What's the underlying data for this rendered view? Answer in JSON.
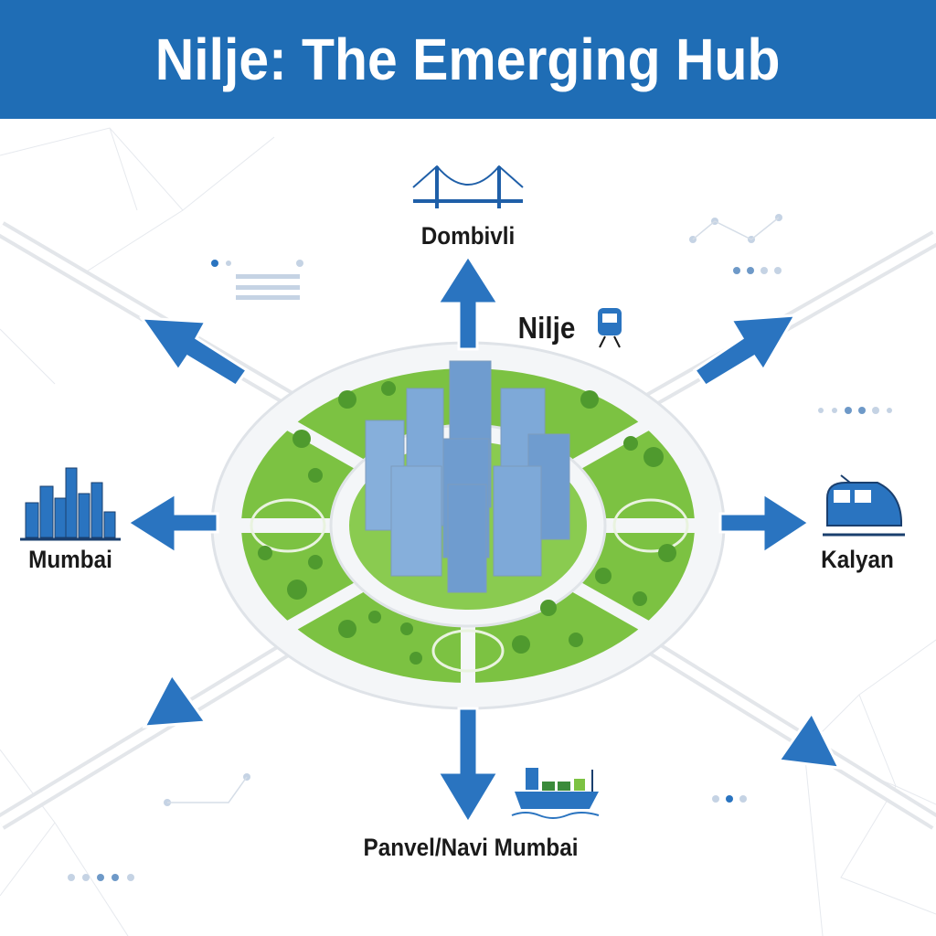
{
  "title": "Nilje: The Emerging Hub",
  "hub": {
    "label": "Nilje",
    "icon": "train-icon"
  },
  "destinations": [
    {
      "label": "Dombivli",
      "icon": "bridge-icon",
      "direction": "north"
    },
    {
      "label": "Mumbai",
      "icon": "city-skyline-icon",
      "direction": "west"
    },
    {
      "label": "Kalyan",
      "icon": "train-icon",
      "direction": "east"
    },
    {
      "label": "Panvel/Navi Mumbai",
      "icon": "cargo-ship-icon",
      "direction": "south"
    }
  ],
  "colors": {
    "primary_blue": "#1f6db5",
    "green": "#7cc242",
    "arrow_blue": "#2a74c0"
  }
}
